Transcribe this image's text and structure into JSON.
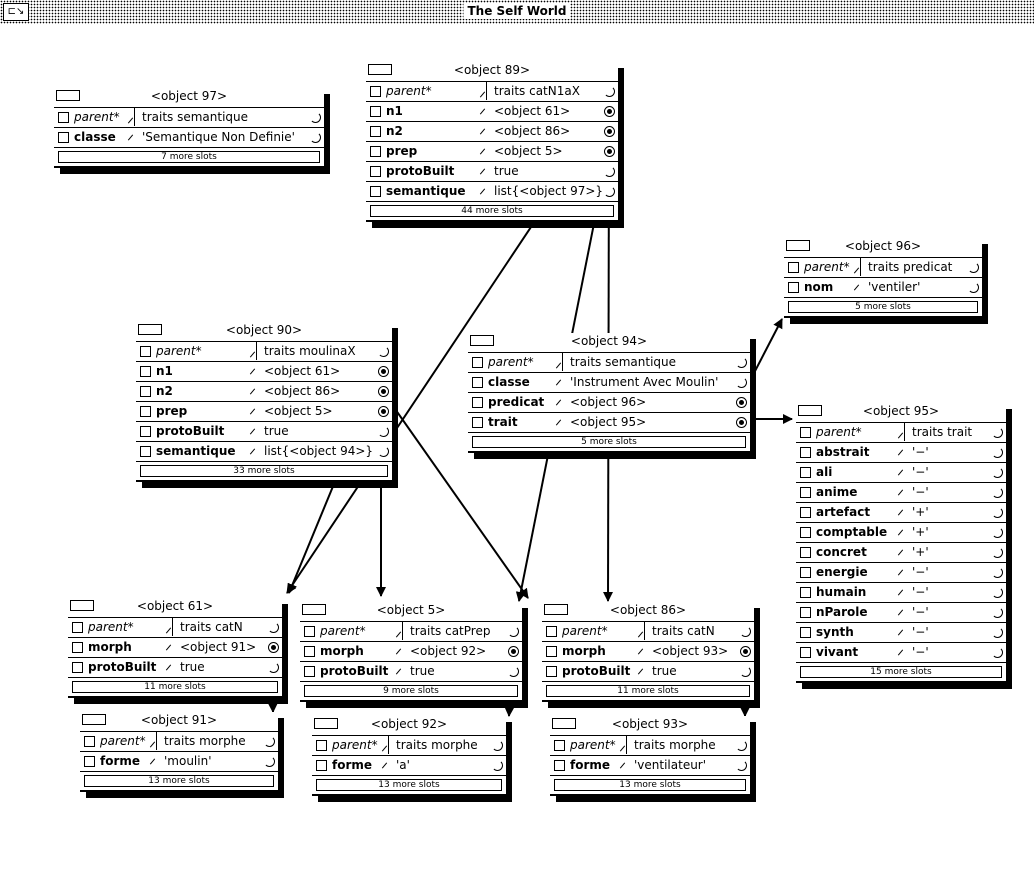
{
  "window": {
    "title": "The Self World",
    "sys_icon": "⊏↘"
  },
  "objects": {
    "o97": {
      "title": "<object 97>",
      "slots": [
        {
          "name": "parent*",
          "value": "traits semantique",
          "parent": true,
          "kind": "str"
        },
        {
          "name": "classe",
          "value": "'Semantique Non Definie'",
          "kind": "str"
        }
      ],
      "more": "7 more slots"
    },
    "o89": {
      "title": "<object 89>",
      "slots": [
        {
          "name": "parent*",
          "value": "traits catN1aX",
          "parent": true,
          "kind": "str"
        },
        {
          "name": "n1",
          "value": "<object 61>",
          "kind": "ref"
        },
        {
          "name": "n2",
          "value": "<object 86>",
          "kind": "ref"
        },
        {
          "name": "prep",
          "value": "<object 5>",
          "kind": "ref"
        },
        {
          "name": "protoBuilt",
          "value": "true",
          "kind": "str"
        },
        {
          "name": "semantique",
          "value": "list{<object 97>}",
          "kind": "str"
        }
      ],
      "more": "44 more slots"
    },
    "o96": {
      "title": "<object 96>",
      "slots": [
        {
          "name": "parent*",
          "value": "traits predicat",
          "parent": true,
          "kind": "str"
        },
        {
          "name": "nom",
          "value": "'ventiler'",
          "kind": "str"
        }
      ],
      "more": "5 more slots"
    },
    "o90": {
      "title": "<object 90>",
      "slots": [
        {
          "name": "parent*",
          "value": "traits moulinaX",
          "parent": true,
          "kind": "str"
        },
        {
          "name": "n1",
          "value": "<object 61>",
          "kind": "ref"
        },
        {
          "name": "n2",
          "value": "<object 86>",
          "kind": "ref"
        },
        {
          "name": "prep",
          "value": "<object 5>",
          "kind": "ref"
        },
        {
          "name": "protoBuilt",
          "value": "true",
          "kind": "str"
        },
        {
          "name": "semantique",
          "value": "list{<object 94>}",
          "kind": "str"
        }
      ],
      "more": "33 more slots"
    },
    "o94": {
      "title": "<object 94>",
      "slots": [
        {
          "name": "parent*",
          "value": "traits semantique",
          "parent": true,
          "kind": "str"
        },
        {
          "name": "classe",
          "value": "'Instrument Avec Moulin'",
          "kind": "str"
        },
        {
          "name": "predicat",
          "value": "<object 96>",
          "kind": "ref"
        },
        {
          "name": "trait",
          "value": "<object 95>",
          "kind": "ref"
        }
      ],
      "more": "5 more slots"
    },
    "o95": {
      "title": "<object 95>",
      "slots": [
        {
          "name": "parent*",
          "value": "traits trait",
          "parent": true,
          "kind": "str"
        },
        {
          "name": "abstrait",
          "value": "'−'",
          "kind": "str"
        },
        {
          "name": "ali",
          "value": "'−'",
          "kind": "str"
        },
        {
          "name": "anime",
          "value": "'−'",
          "kind": "str"
        },
        {
          "name": "artefact",
          "value": "'+'",
          "kind": "str"
        },
        {
          "name": "comptable",
          "value": "'+'",
          "kind": "str"
        },
        {
          "name": "concret",
          "value": "'+'",
          "kind": "str"
        },
        {
          "name": "energie",
          "value": "'−'",
          "kind": "str"
        },
        {
          "name": "humain",
          "value": "'−'",
          "kind": "str"
        },
        {
          "name": "nParole",
          "value": "'−'",
          "kind": "str"
        },
        {
          "name": "synth",
          "value": "'−'",
          "kind": "str"
        },
        {
          "name": "vivant",
          "value": "'−'",
          "kind": "str"
        }
      ],
      "more": "15 more slots"
    },
    "o61": {
      "title": "<object 61>",
      "slots": [
        {
          "name": "parent*",
          "value": "traits catN",
          "parent": true,
          "kind": "str"
        },
        {
          "name": "morph",
          "value": "<object 91>",
          "kind": "ref"
        },
        {
          "name": "protoBuilt",
          "value": "true",
          "kind": "str"
        }
      ],
      "more": "11 more slots"
    },
    "o5": {
      "title": "<object 5>",
      "slots": [
        {
          "name": "parent*",
          "value": "traits catPrep",
          "parent": true,
          "kind": "str"
        },
        {
          "name": "morph",
          "value": "<object 92>",
          "kind": "ref"
        },
        {
          "name": "protoBuilt",
          "value": "true",
          "kind": "str"
        }
      ],
      "more": "9 more slots"
    },
    "o86": {
      "title": "<object 86>",
      "slots": [
        {
          "name": "parent*",
          "value": "traits catN",
          "parent": true,
          "kind": "str"
        },
        {
          "name": "morph",
          "value": "<object 93>",
          "kind": "ref"
        },
        {
          "name": "protoBuilt",
          "value": "true",
          "kind": "str"
        }
      ],
      "more": "11 more slots"
    },
    "o91": {
      "title": "<object 91>",
      "slots": [
        {
          "name": "parent*",
          "value": "traits morphe",
          "parent": true,
          "kind": "str"
        },
        {
          "name": "forme",
          "value": "'moulin'",
          "kind": "str"
        }
      ],
      "more": "13 more slots"
    },
    "o92": {
      "title": "<object 92>",
      "slots": [
        {
          "name": "parent*",
          "value": "traits morphe",
          "parent": true,
          "kind": "str"
        },
        {
          "name": "forme",
          "value": "'a'",
          "kind": "str"
        }
      ],
      "more": "13 more slots"
    },
    "o93": {
      "title": "<object 93>",
      "slots": [
        {
          "name": "parent*",
          "value": "traits morphe",
          "parent": true,
          "kind": "str"
        },
        {
          "name": "forme",
          "value": "'ventilateur'",
          "kind": "str"
        }
      ],
      "more": "13 more slots"
    }
  },
  "icons": {
    "slot_checkbox": "checkbox-icon",
    "slot_menu": "slot-menu-icon",
    "reference": "reference-icon"
  }
}
